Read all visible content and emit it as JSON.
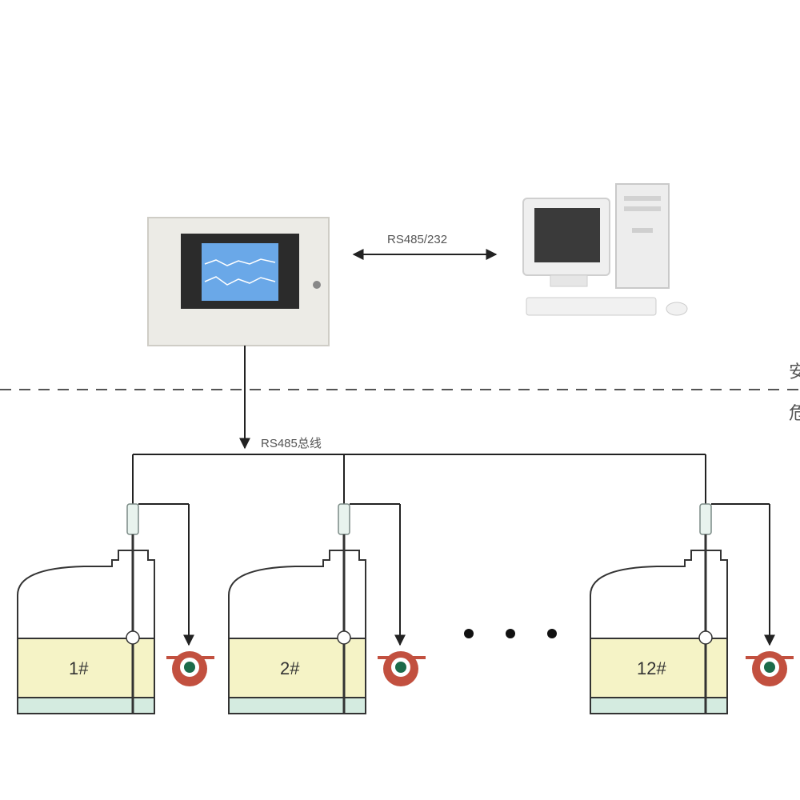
{
  "links": {
    "pc_link_label": "RS485/232",
    "bus_label": "RS485总线"
  },
  "zones": {
    "upper_zone_char": "安",
    "lower_zone_char": "危"
  },
  "tanks": [
    {
      "label": "1#"
    },
    {
      "label": "2#"
    },
    {
      "label": "12#"
    }
  ],
  "colors": {
    "liquid": "#f5f3c6",
    "sump": "#d4ebe0",
    "controller_body": "#ecebe6",
    "screen": "#6aa8e8",
    "detector": "#c2503f"
  }
}
